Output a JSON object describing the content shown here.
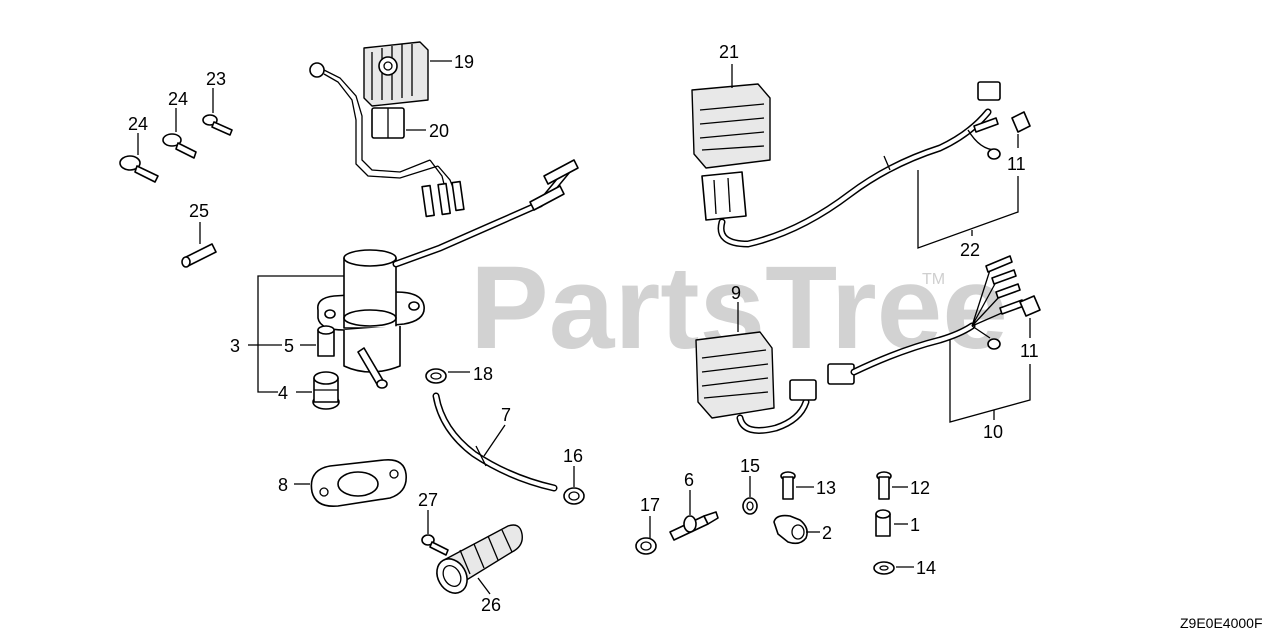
{
  "watermark": {
    "brand": "PartsTree",
    "trademark": "TM"
  },
  "diagram_code": "Z9E0E4000F",
  "callouts": {
    "c1": "1",
    "c2": "2",
    "c3": "3",
    "c4": "4",
    "c5": "5",
    "c6": "6",
    "c7": "7",
    "c8": "8",
    "c9": "9",
    "c10": "10",
    "c11a": "11",
    "c11b": "11",
    "c12": "12",
    "c13": "13",
    "c14": "14",
    "c15": "15",
    "c16": "16",
    "c17": "17",
    "c18": "18",
    "c19": "19",
    "c20": "20",
    "c21": "21",
    "c22": "22",
    "c23": "23",
    "c24a": "24",
    "c24b": "24",
    "c25": "25",
    "c26": "26",
    "c27": "27"
  }
}
